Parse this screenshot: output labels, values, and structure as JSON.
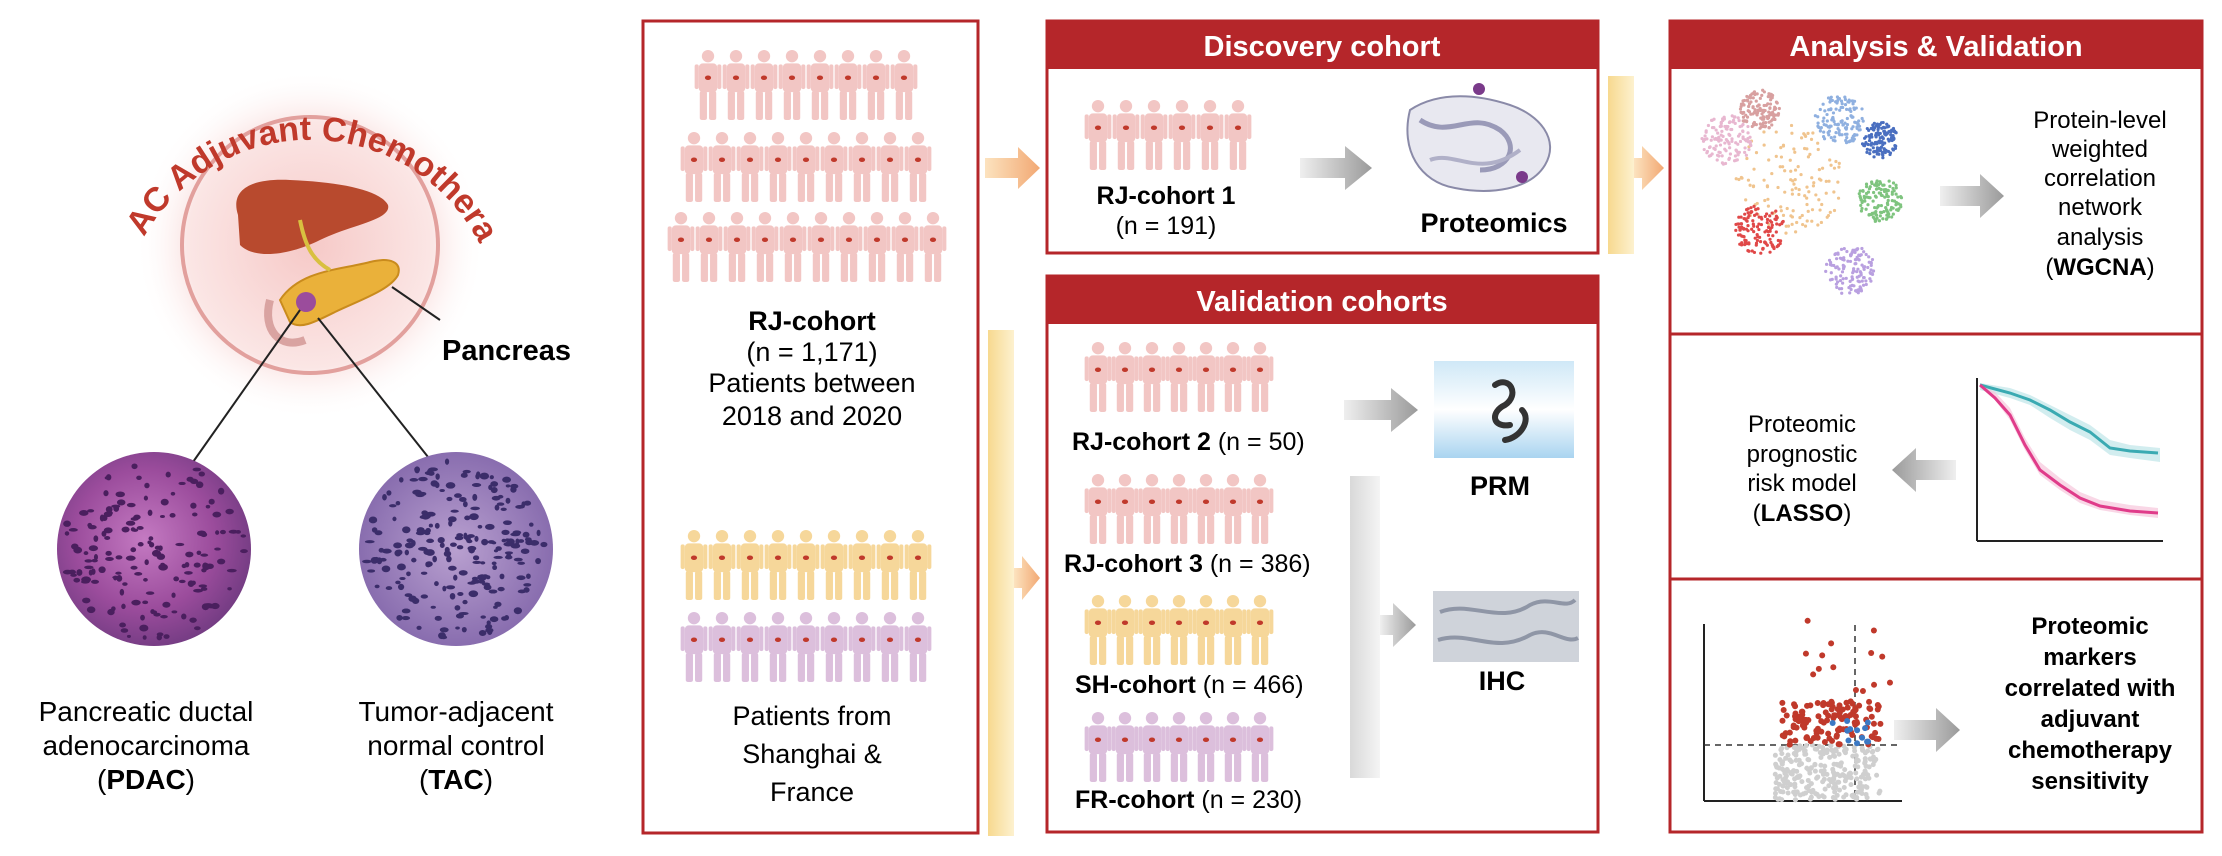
{
  "colors": {
    "accent_red": "#b5262a",
    "patient_pink": "#f2c6c4",
    "patient_yellow": "#f6d79a",
    "patient_purple": "#dcbfdc",
    "arrow_gray": "#b9b9b9",
    "arrow_orange": "#f3b27a",
    "km_teal": "#3aaab2",
    "km_pink": "#e03c8a"
  },
  "left_panel": {
    "title_arc": "PDAC Adjuvant Chemotherapy",
    "organ_label": "Pancreas",
    "pdac_caption": {
      "line1": "Pancreatic ductal",
      "line2": "adenocarcinoma",
      "open": "(",
      "abbr": "PDAC",
      "close": ")"
    },
    "tac_caption": {
      "line1": "Tumor-adjacent",
      "line2": "normal control",
      "open": "(",
      "abbr": "TAC",
      "close": ")"
    }
  },
  "source_panel": {
    "rj_title": "RJ-cohort",
    "rj_n": "(n = 1,171)",
    "rj_desc1": "Patients between",
    "rj_desc2": "2018 and 2020",
    "ext_desc1": "Patients from",
    "ext_desc2": "Shanghai &",
    "ext_desc3": "France"
  },
  "discovery": {
    "header": "Discovery cohort",
    "cohort_label": "RJ-cohort 1",
    "cohort_n": "(n = 191)",
    "method": "Proteomics"
  },
  "validation": {
    "header": "Validation cohorts",
    "cohorts": [
      {
        "name": "RJ-cohort 2",
        "n": " (n = 50)"
      },
      {
        "name": "RJ-cohort 3",
        "n": " (n = 386)"
      },
      {
        "name": "SH-cohort",
        "n": " (n = 466)"
      },
      {
        "name": "FR-cohort",
        "n": " (n = 230)"
      }
    ],
    "prm_label": "PRM",
    "ihc_label": "IHC"
  },
  "analysis": {
    "header": "Analysis & Validation",
    "wgcna_lines": [
      "Protein-level",
      "weighted",
      "correlation",
      "network",
      "analysis"
    ],
    "wgcna_open": "(",
    "wgcna_abbr": "WGCNA",
    "wgcna_close": ")",
    "lasso_lines": [
      "Proteomic",
      "prognostic",
      "risk model"
    ],
    "lasso_open": "(",
    "lasso_abbr": "LASSO",
    "lasso_close": ")",
    "markers_lines": [
      "Proteomic",
      "markers",
      "correlated with",
      "adjuvant",
      "chemotherapy",
      "sensitivity"
    ]
  }
}
